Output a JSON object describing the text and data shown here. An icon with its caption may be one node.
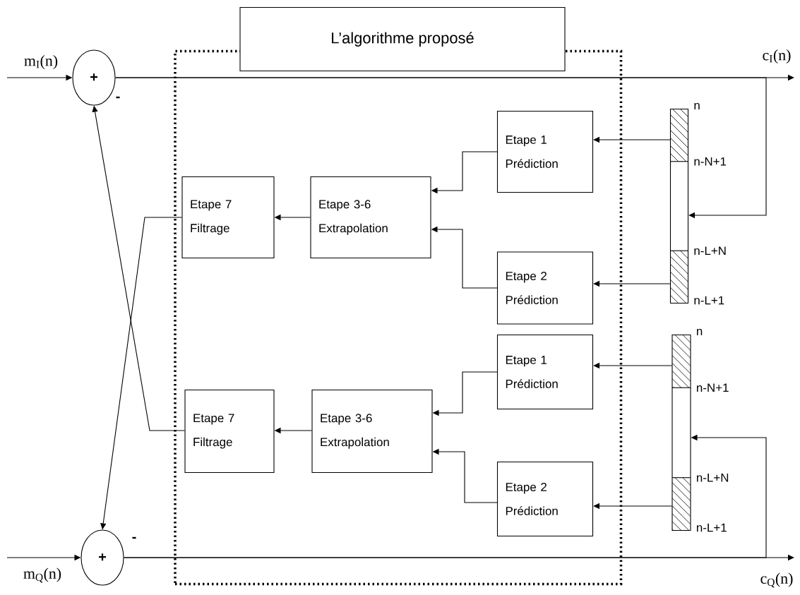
{
  "diagram": {
    "nodes": [
      {
        "text": [
          "L’algorithme proposé"
        ]
      },
      {
        "text": [
          "+"
        ],
        "beside": [
          "-"
        ]
      },
      {
        "text": [
          "+"
        ],
        "beside": [
          "-"
        ]
      },
      {
        "text": [
          "Etape 7",
          "Filtrage"
        ],
        "in": 0
      },
      {
        "text": [
          "Etape 3-6",
          "Extrapolation"
        ],
        "in": 0
      },
      {
        "text": [
          "Etape 1",
          "Prédiction"
        ],
        "in": 0
      },
      {
        "text": [
          "Etape 2",
          "Prédiction"
        ],
        "in": 0
      },
      {
        "text": [
          "Etape 7",
          "Filtrage"
        ],
        "in": 0
      },
      {
        "text": [
          "Etape 3-6",
          "Extrapolation"
        ],
        "in": 0
      },
      {
        "text": [
          "Etape 1",
          "Prédiction"
        ],
        "in": 0
      },
      {
        "text": [
          "Etape 2",
          "Prédiction"
        ],
        "in": 0
      },
      {
        "text": [],
        "shape": "bar",
        "beside": [
          "n",
          "n-N+1",
          "n-L+N",
          "n-L+1"
        ]
      },
      {
        "text": [],
        "shape": "bar",
        "beside": [
          "n",
          "n-N+1",
          "n-L+N",
          "n-L+1"
        ]
      }
    ],
    "edges": [
      {
        "from": null,
        "to": 1,
        "arrow": "to",
        "label": "m$_{I}$(n)"
      },
      {
        "from": 1,
        "to": null,
        "arrow": "to",
        "label": "c$_{I}$(n)"
      },
      {
        "from": 1,
        "to": 11,
        "arrow": "to"
      },
      {
        "from": null,
        "to": 2,
        "arrow": "to",
        "label": "m$_{Q}$(n)"
      },
      {
        "from": 2,
        "to": null,
        "arrow": "to",
        "label": "c$_{Q}$(n)"
      },
      {
        "from": 2,
        "to": 12,
        "arrow": "to"
      },
      {
        "from": 11,
        "to": 5,
        "arrow": "to"
      },
      {
        "from": 11,
        "to": 6,
        "arrow": "to"
      },
      {
        "from": 5,
        "to": 4,
        "arrow": "to"
      },
      {
        "from": 6,
        "to": 4,
        "arrow": "to"
      },
      {
        "from": 4,
        "to": 3,
        "arrow": "to"
      },
      {
        "from": 3,
        "to": 2,
        "arrow": "to"
      },
      {
        "from": 12,
        "to": 9,
        "arrow": "to"
      },
      {
        "from": 12,
        "to": 10,
        "arrow": "to"
      },
      {
        "from": 9,
        "to": 8,
        "arrow": "to"
      },
      {
        "from": 10,
        "to": 8,
        "arrow": "to"
      },
      {
        "from": 8,
        "to": 7,
        "arrow": "to"
      },
      {
        "from": 7,
        "to": 1,
        "arrow": "to"
      }
    ]
  }
}
